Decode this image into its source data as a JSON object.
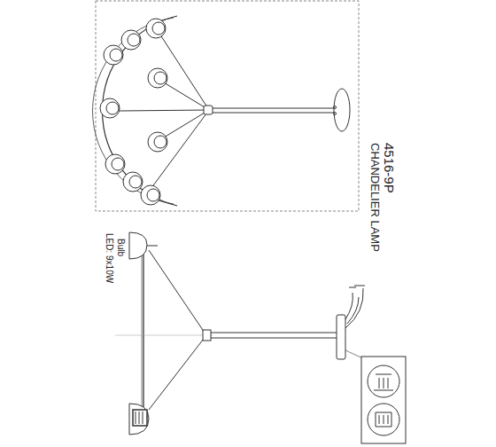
{
  "diagram": {
    "labels": [
      "4516-9P",
      "CHANDELIER LAMP",
      "Bulb",
      "LED: 9x10W"
    ]
  }
}
